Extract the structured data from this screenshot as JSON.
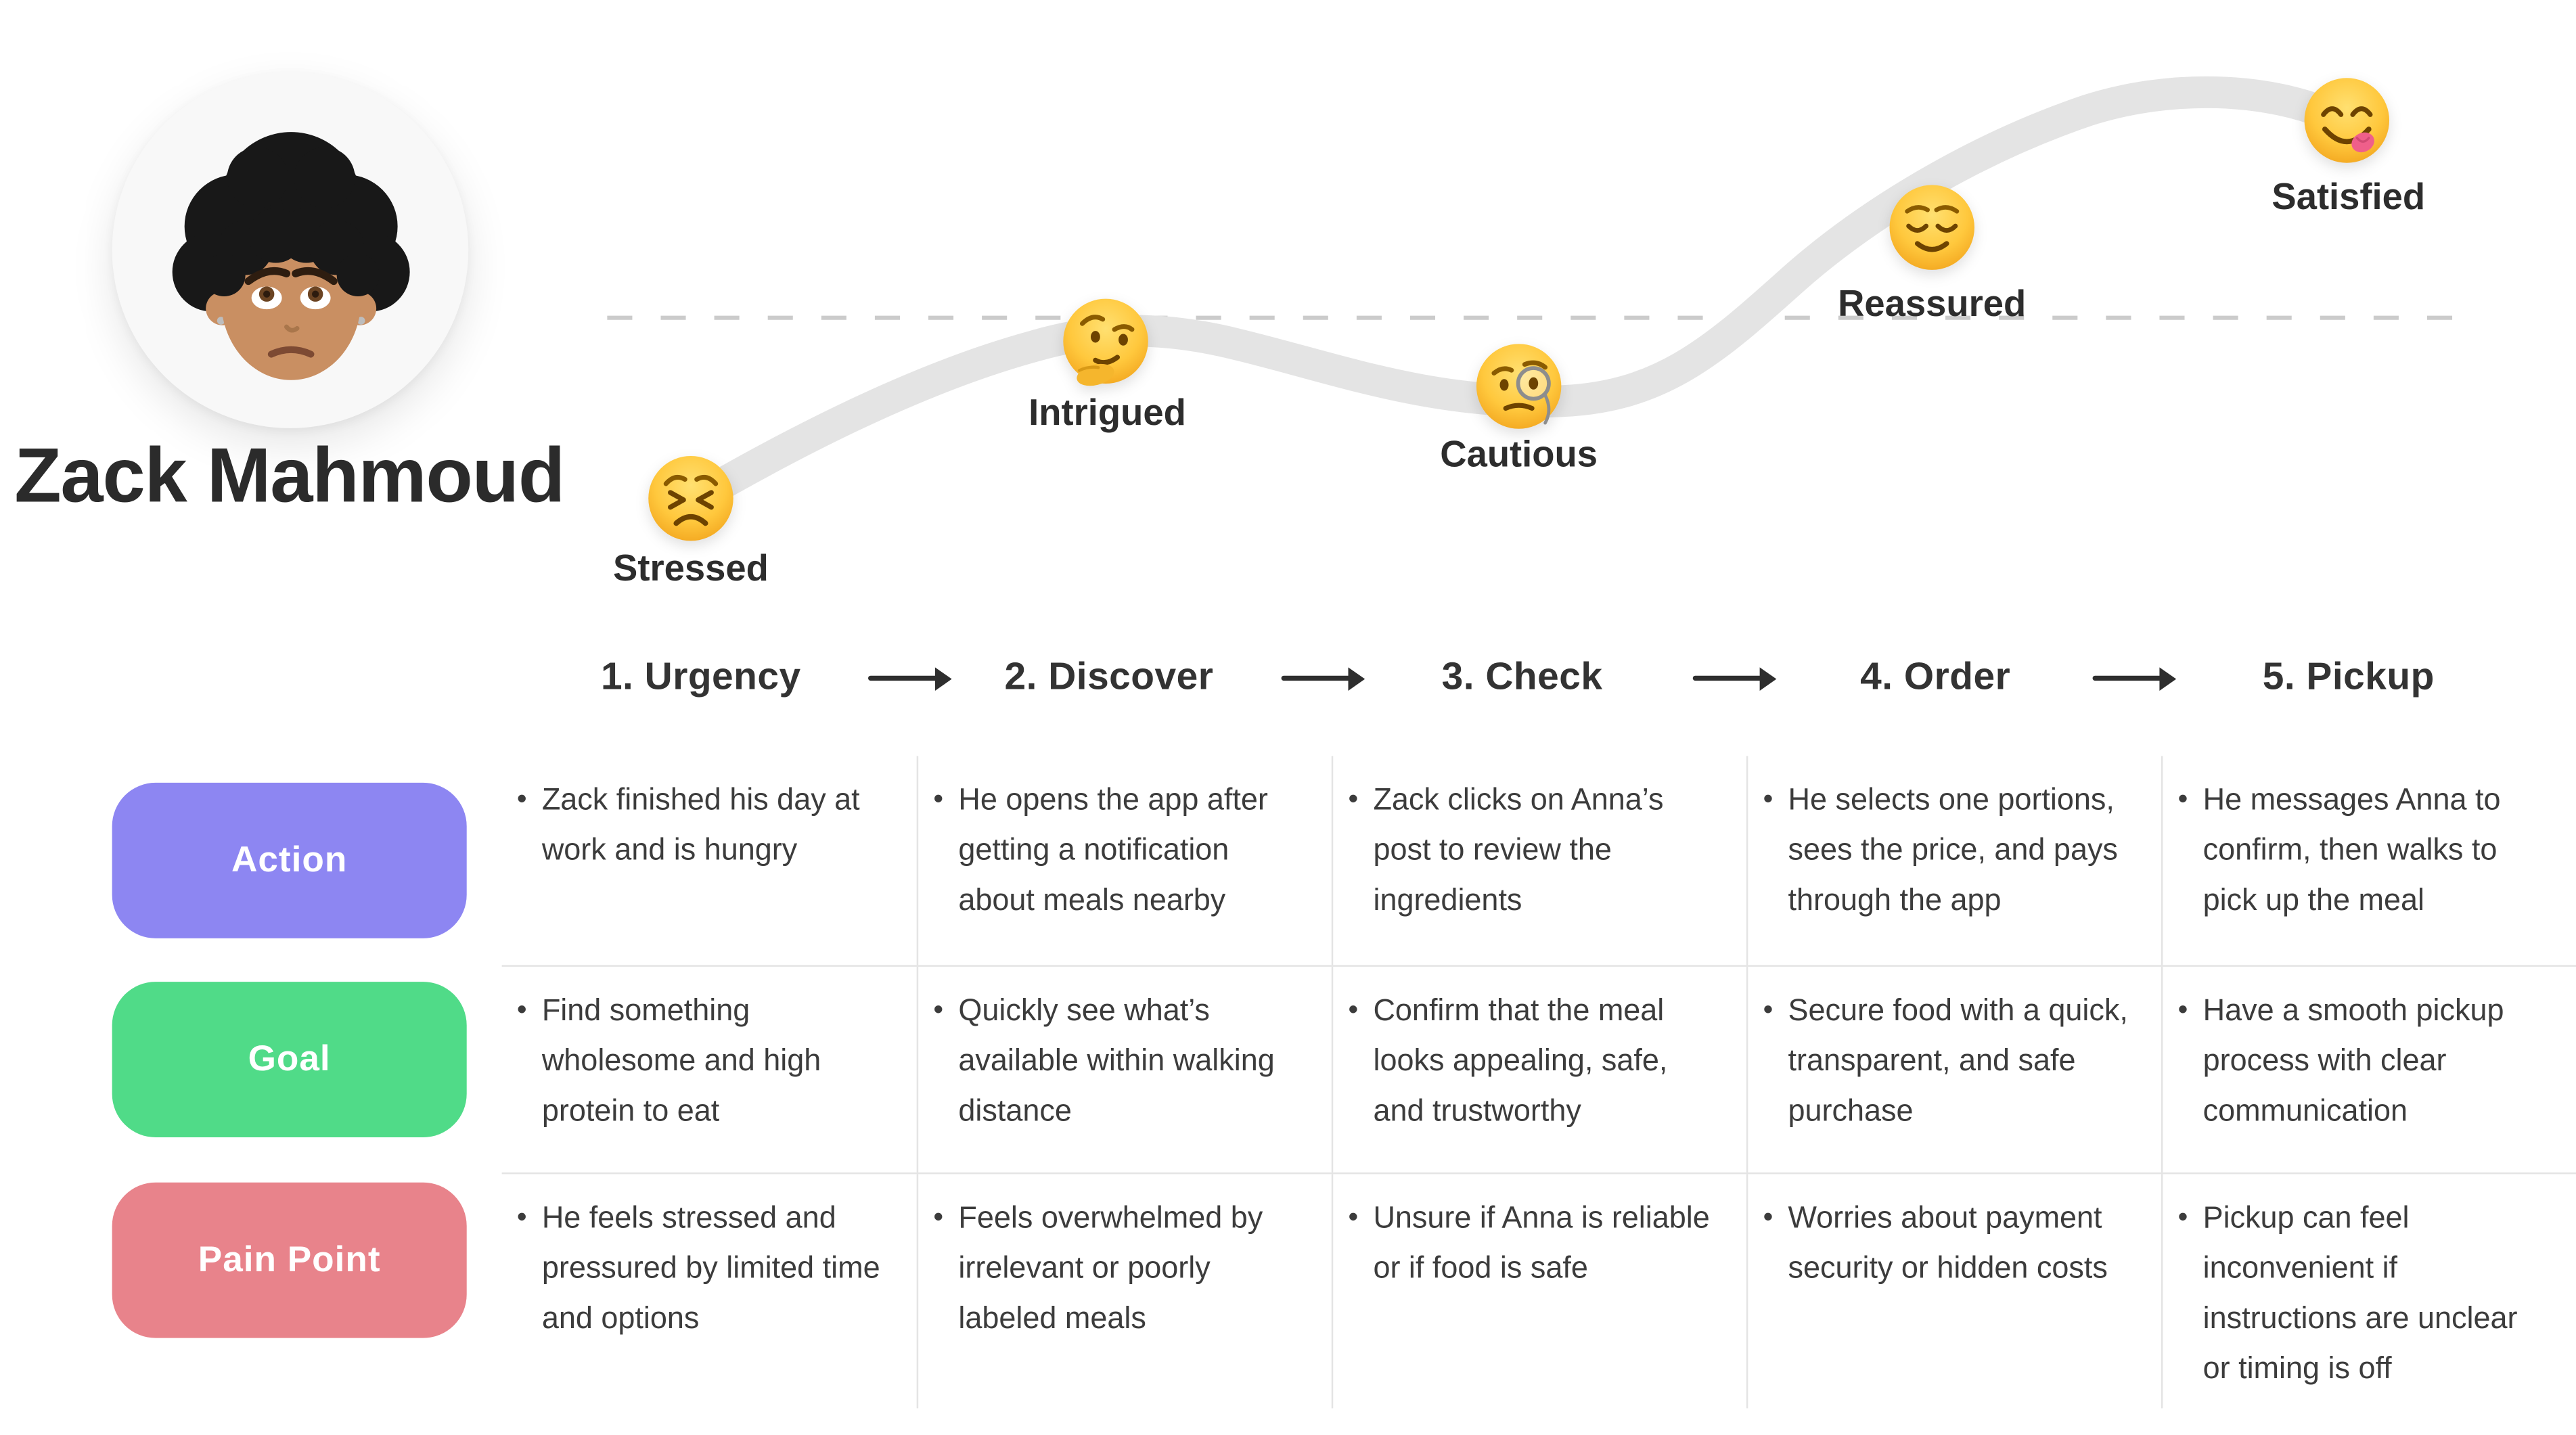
{
  "persona": {
    "name": "Zack Mahmoud",
    "avatar_icon": "worried-memoji-avatar"
  },
  "journey": {
    "curve_color": "#e4e4e4",
    "baseline_dash_color": "#cbcbcb",
    "points": [
      {
        "label": "Stressed",
        "emoji": "persevering-face"
      },
      {
        "label": "Intrigued",
        "emoji": "thinking-face"
      },
      {
        "label": "Cautious",
        "emoji": "face-with-monocle"
      },
      {
        "label": "Reassured",
        "emoji": "relieved-face"
      },
      {
        "label": "Satisfied",
        "emoji": "face-savoring-food"
      }
    ]
  },
  "stages": [
    {
      "label": "1. Urgency"
    },
    {
      "label": "2. Discover"
    },
    {
      "label": "3. Check"
    },
    {
      "label": "4. Order"
    },
    {
      "label": "5. Pickup"
    }
  ],
  "ui": {
    "bullet": "•",
    "arrow_color": "#2e2e2e"
  },
  "rows": [
    {
      "label": "Action",
      "color": "#8d86f2",
      "cells": [
        "Zack finished his day at work and is hungry",
        "He opens the app after getting a notification about meals nearby",
        "Zack clicks on Anna’s post to review the ingredients",
        "He selects one portions, sees the price, and pays through the app",
        "He messages Anna to confirm, then walks to pick up the meal"
      ]
    },
    {
      "label": "Goal",
      "color": "#50db88",
      "cells": [
        "Find something wholesome and high protein to eat",
        "Quickly see what’s available within walking distance",
        "Confirm that the meal looks appealing, safe, and trustworthy",
        "Secure food with a quick, transparent, and safe purchase",
        "Have a smooth pickup process with clear communication"
      ]
    },
    {
      "label": "Pain Point",
      "color": "#e8838b",
      "cells": [
        "He feels stressed and pressured by limited time and options",
        "Feels overwhelmed by irrelevant or poorly labeled meals",
        "Unsure if Anna is reliable or if food is safe",
        "Worries about payment security or hidden costs",
        "Pickup can feel inconvenient if instructions are unclear or timing is off"
      ]
    }
  ]
}
